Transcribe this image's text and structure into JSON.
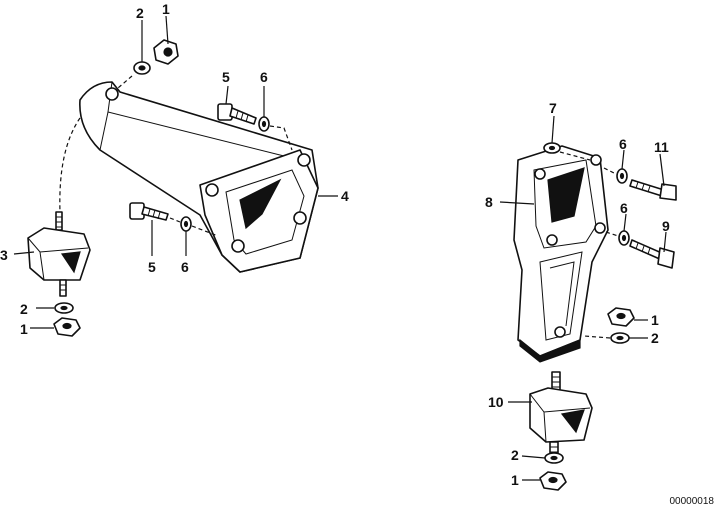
{
  "drawing_number": "00000018",
  "callouts": {
    "left": {
      "nut_top": "1",
      "washer_top": "2",
      "bolt_upper": "5",
      "washer_upper": "6",
      "bracket": "4",
      "mount": "3",
      "bolt_lower": "5",
      "washer_lower": "6",
      "washer_bottom": "2",
      "nut_bottom": "1"
    },
    "right": {
      "washer_top": "7",
      "bracket": "8",
      "washer_mid1": "6",
      "bolt_11": "11",
      "washer_mid2": "6",
      "bolt_9": "9",
      "nut_side": "1",
      "washer_side": "2",
      "mount": "10",
      "washer_bottom": "2",
      "nut_bottom": "1"
    }
  }
}
